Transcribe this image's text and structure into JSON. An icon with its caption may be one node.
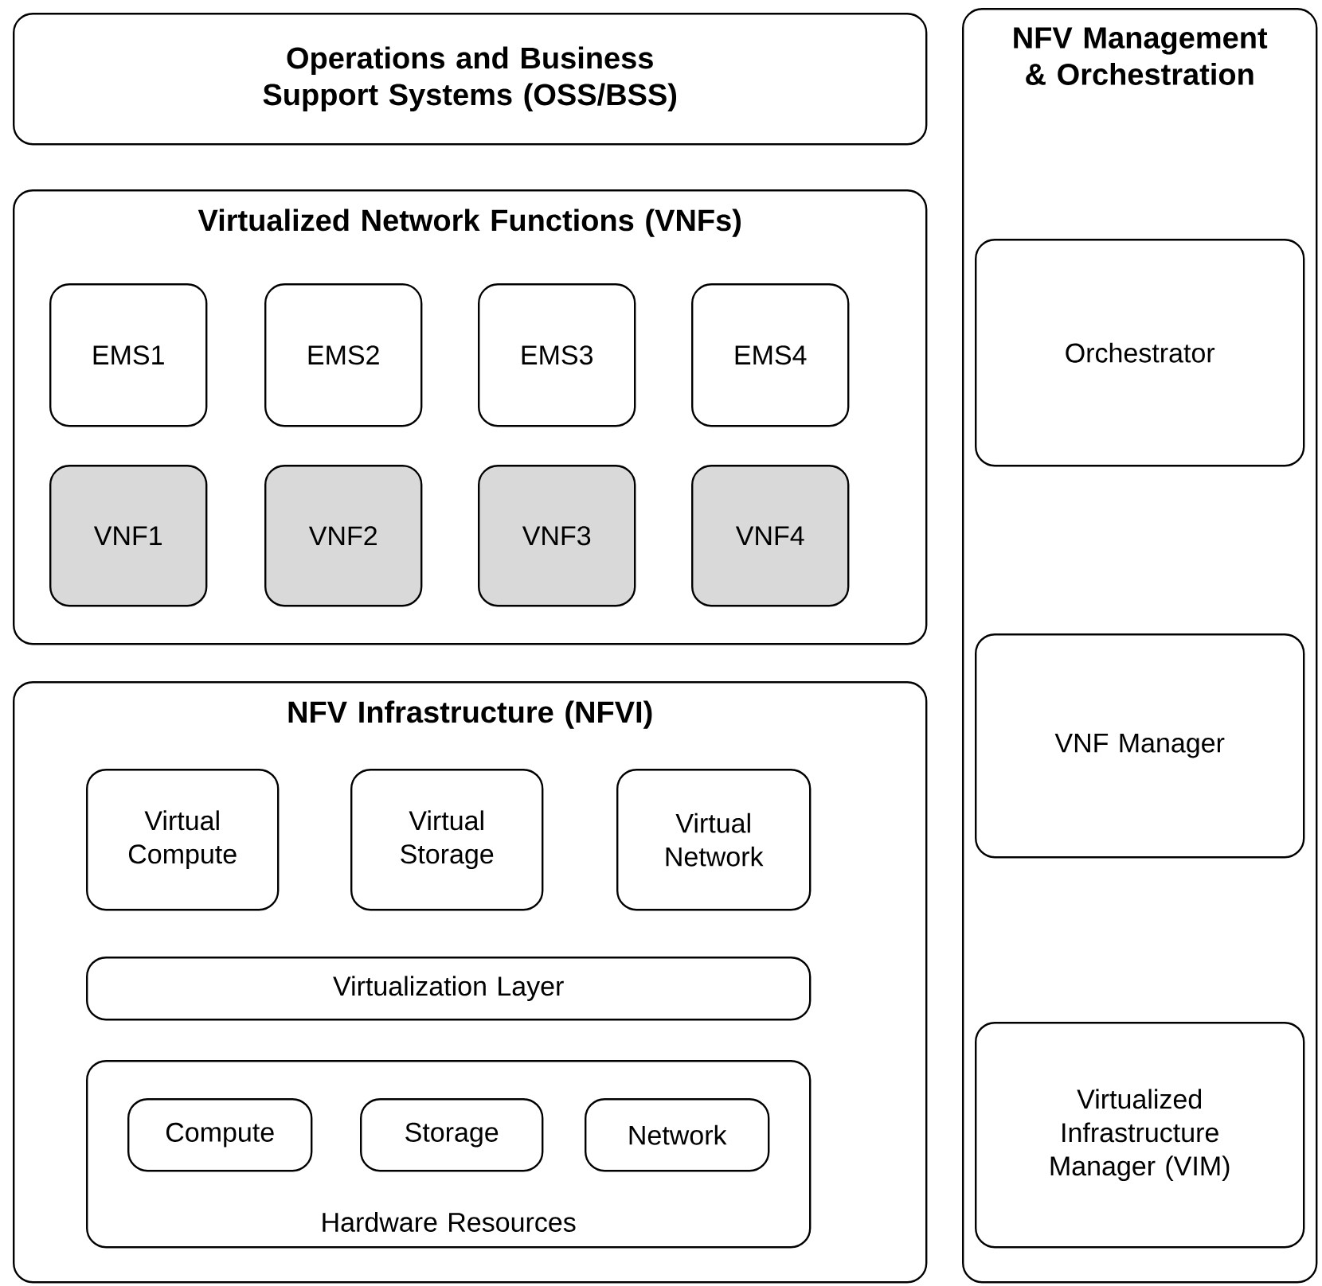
{
  "diagram": {
    "nodes": [
      {
        "text": [
          "Operations and Business Support Systems (OSS/BSS)"
        ]
      },
      {
        "text": [
          "Virtualized Network Functions (VNFs)"
        ]
      },
      {
        "text": [
          "EMS1"
        ],
        "in": 1
      },
      {
        "text": [
          "EMS2"
        ],
        "in": 1
      },
      {
        "text": [
          "EMS3"
        ],
        "in": 1
      },
      {
        "text": [
          "EMS4"
        ],
        "in": 1
      },
      {
        "text": [
          "VNF1"
        ],
        "in": 1
      },
      {
        "text": [
          "VNF2"
        ],
        "in": 1
      },
      {
        "text": [
          "VNF3"
        ],
        "in": 1
      },
      {
        "text": [
          "VNF4"
        ],
        "in": 1
      },
      {
        "text": [
          "NFV Infrastructure (NFVI)"
        ]
      },
      {
        "text": [
          "Virtual Compute"
        ],
        "in": 10
      },
      {
        "text": [
          "Virtual Storage"
        ],
        "in": 10
      },
      {
        "text": [
          "Virtual Network"
        ],
        "in": 10
      },
      {
        "text": [
          "Virtualization Layer"
        ],
        "in": 10
      },
      {
        "text": [
          "Hardware Resources"
        ],
        "in": 10
      },
      {
        "text": [
          "Compute"
        ],
        "in": 15
      },
      {
        "text": [
          "Storage"
        ],
        "in": 15
      },
      {
        "text": [
          "Network"
        ],
        "in": 15
      },
      {
        "text": [
          "NFV Management & Orchestration"
        ]
      },
      {
        "text": [
          "Orchestrator"
        ],
        "in": 19
      },
      {
        "text": [
          "VNF Manager"
        ],
        "in": 19
      },
      {
        "text": [
          "Virtualized Infrastructure Manager (VIM)"
        ],
        "in": 19
      }
    ],
    "edges": []
  }
}
